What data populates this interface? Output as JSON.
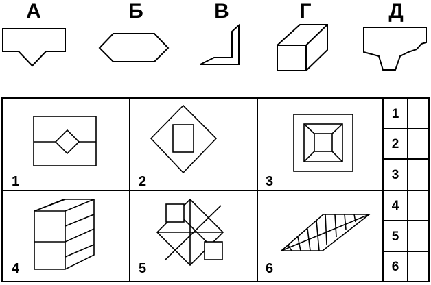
{
  "shapes": {
    "items": [
      {
        "letter": "А"
      },
      {
        "letter": "Б"
      },
      {
        "letter": "В"
      },
      {
        "letter": "Г"
      },
      {
        "letter": "Д"
      }
    ]
  },
  "grid": {
    "cells": [
      {
        "num": "1"
      },
      {
        "num": "2"
      },
      {
        "num": "3"
      },
      {
        "num": "4"
      },
      {
        "num": "5"
      },
      {
        "num": "6"
      }
    ]
  },
  "answers": {
    "rows": [
      {
        "num": "1",
        "value": ""
      },
      {
        "num": "2",
        "value": ""
      },
      {
        "num": "3",
        "value": ""
      },
      {
        "num": "4",
        "value": ""
      },
      {
        "num": "5",
        "value": ""
      },
      {
        "num": "6",
        "value": ""
      }
    ]
  }
}
